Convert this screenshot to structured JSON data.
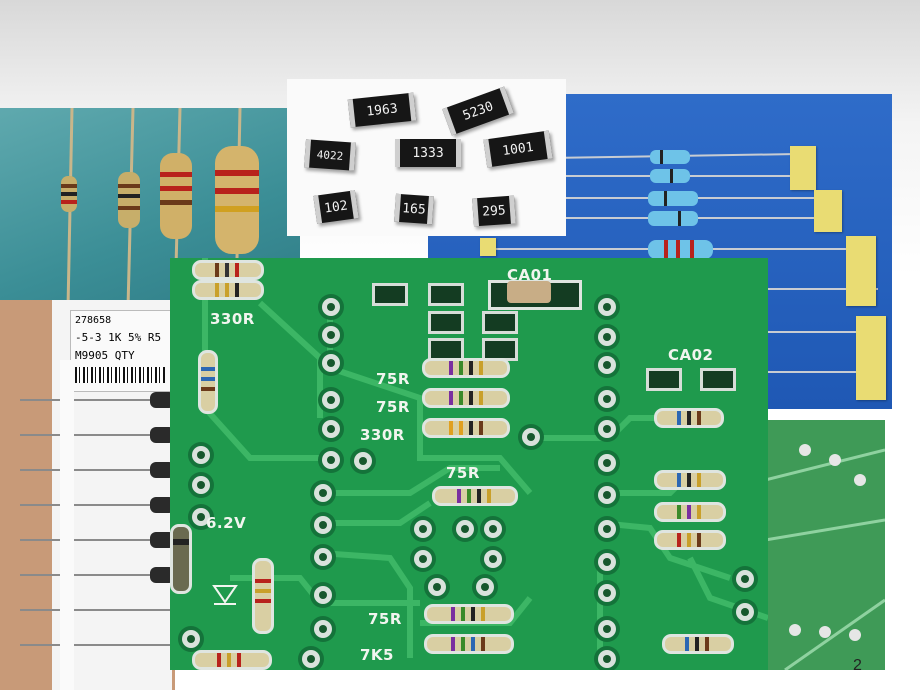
{
  "slide": {
    "page_number": "2",
    "colors": {
      "pcb_green": "#1f9a4d",
      "board_background": "#ffffff"
    }
  },
  "smd_chips": [
    "1963",
    "5230",
    "4022",
    "1333",
    "1001",
    "102",
    "165",
    "295"
  ],
  "pcb_labels": {
    "ca01": "CA01",
    "ca02": "CA02",
    "r330_top": "330R",
    "r75_a": "75R",
    "r75_b": "75R",
    "r330_mid": "330R",
    "r75_center": "75R",
    "zener": "6.2V",
    "r75_bottom": "75R",
    "r7k5": "7K5"
  },
  "reel_label": {
    "line1": "-5-3 1K 5% R5",
    "line2": "M9905   QTY",
    "code": "278658"
  }
}
